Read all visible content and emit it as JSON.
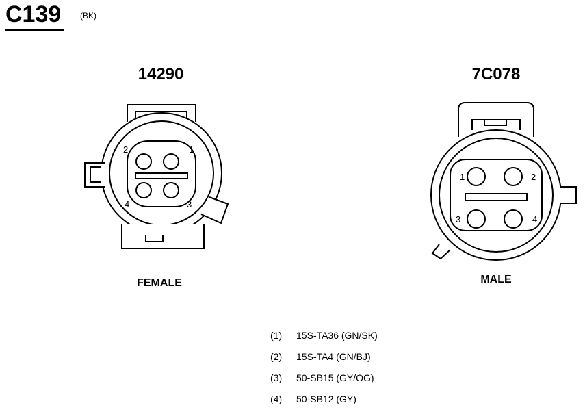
{
  "header": {
    "title": "C139",
    "subtitle": "(BK)"
  },
  "connectors": {
    "female": {
      "part_number": "14290",
      "label": "FEMALE",
      "pins": [
        "2",
        "1",
        "4",
        "3"
      ]
    },
    "male": {
      "part_number": "7C078",
      "label": "MALE",
      "pins": [
        "1",
        "2",
        "3",
        "4"
      ]
    }
  },
  "pinout": [
    {
      "num": "(1)",
      "circuit": "15S-TA36 (GN/SK)"
    },
    {
      "num": "(2)",
      "circuit": "15S-TA4 (GN/BJ)"
    },
    {
      "num": "(3)",
      "circuit": "50-SB15 (GY/OG)"
    },
    {
      "num": "(4)",
      "circuit": "50-SB12 (GY)"
    }
  ]
}
